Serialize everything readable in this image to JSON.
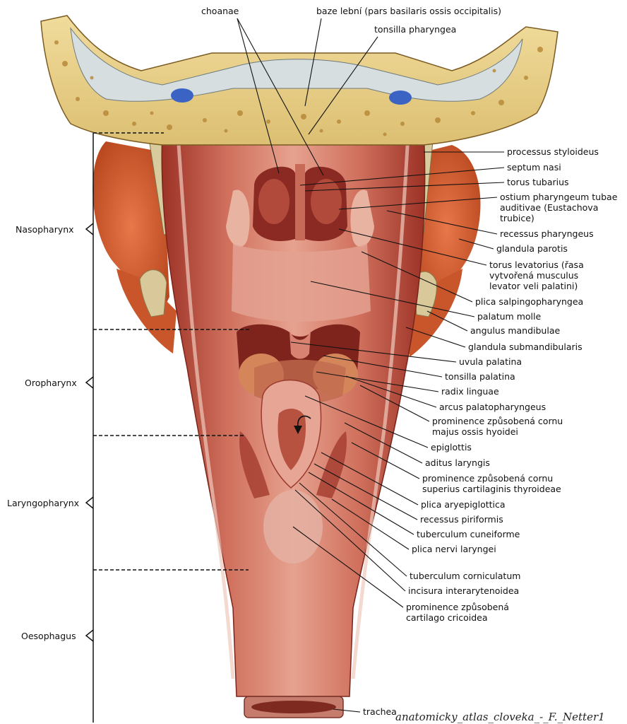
{
  "figure": {
    "watermark": "anatomicky_atlas_cloveka_-_F._Netter1",
    "colors": {
      "bone": "#e8cf8a",
      "bone_spots": "#b98a3a",
      "mucosa": "#c85a4a",
      "mucosa_light": "#e8a593",
      "mucosa_dark": "#8e2e25",
      "gland": "#d8622f",
      "leader": "#111111"
    }
  },
  "regions": [
    {
      "id": "nasopharynx",
      "label": "Nasopharynx"
    },
    {
      "id": "oropharynx",
      "label": "Oropharynx"
    },
    {
      "id": "laryngopharynx",
      "label": "Laryngopharynx"
    },
    {
      "id": "oesophagus",
      "label": "Oesophagus"
    }
  ],
  "labels_top": [
    {
      "id": "choanae",
      "text": "choanae"
    },
    {
      "id": "baze-lebni",
      "text": "baze lební (pars basilaris ossis occipitalis)"
    },
    {
      "id": "tonsilla-pharyngea",
      "text": "tonsilla pharyngea"
    }
  ],
  "labels_right": [
    {
      "id": "processus-styloideus",
      "lines": [
        "processus styloideus"
      ]
    },
    {
      "id": "septum-nasi",
      "lines": [
        "septum nasi"
      ]
    },
    {
      "id": "torus-tubarius",
      "lines": [
        "torus tubarius"
      ]
    },
    {
      "id": "ostium-pharyngeum",
      "lines": [
        "ostium pharyngeum tubae",
        "auditivae (Eustachova",
        "trubice)"
      ]
    },
    {
      "id": "recessus-pharyngeus",
      "lines": [
        "recessus pharyngeus"
      ]
    },
    {
      "id": "glandula-parotis",
      "lines": [
        "glandula parotis"
      ]
    },
    {
      "id": "torus-levatorius",
      "lines": [
        "torus levatorius (řasa",
        "vytvořená musculus",
        "levator veli palatini)"
      ]
    },
    {
      "id": "plica-salpingopharyngea",
      "lines": [
        "plica salpingopharyngea"
      ]
    },
    {
      "id": "palatum-molle",
      "lines": [
        "palatum molle"
      ]
    },
    {
      "id": "angulus-mandibulae",
      "lines": [
        "angulus mandibulae"
      ]
    },
    {
      "id": "glandula-submandibularis",
      "lines": [
        "glandula submandibularis"
      ]
    },
    {
      "id": "uvula-palatina",
      "lines": [
        "uvula palatina"
      ]
    },
    {
      "id": "tonsilla-palatina",
      "lines": [
        "tonsilla palatina"
      ]
    },
    {
      "id": "radix-linguae",
      "lines": [
        "radix linguae"
      ]
    },
    {
      "id": "arcus-palatopharyngeus",
      "lines": [
        "arcus palatopharyngeus"
      ]
    },
    {
      "id": "prominence-hyoidei",
      "lines": [
        "prominence způsobená cornu",
        "majus ossis hyoidei"
      ]
    },
    {
      "id": "epiglottis",
      "lines": [
        "epiglottis"
      ]
    },
    {
      "id": "aditus-laryngis",
      "lines": [
        "aditus laryngis"
      ]
    },
    {
      "id": "prominence-thyroideae",
      "lines": [
        "prominence způsobená cornu",
        "superius cartilaginis thyroideae"
      ]
    },
    {
      "id": "plica-aryepiglottica",
      "lines": [
        "plica aryepiglottica"
      ]
    },
    {
      "id": "recessus-piriformis",
      "lines": [
        "recessus piriformis"
      ]
    },
    {
      "id": "tuberculum-cuneiforme",
      "lines": [
        "tuberculum cuneiforme"
      ]
    },
    {
      "id": "plica-nervi-laryngei",
      "lines": [
        "plica nervi laryngei"
      ]
    },
    {
      "id": "tuberculum-corniculatum",
      "lines": [
        "tuberculum corniculatum"
      ]
    },
    {
      "id": "incisura-interarytenoidea",
      "lines": [
        "incisura interarytenoidea"
      ]
    },
    {
      "id": "prominence-cricoidea",
      "lines": [
        "prominence způsobená",
        "cartilago cricoidea"
      ]
    }
  ],
  "labels_bottom": [
    {
      "id": "trachea",
      "text": "trachea"
    }
  ]
}
